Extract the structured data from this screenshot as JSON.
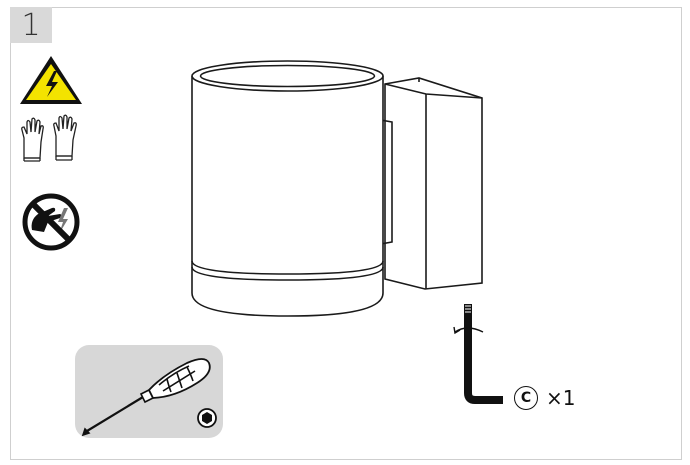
{
  "step": {
    "number": "1"
  },
  "safety_icons": [
    {
      "name": "electric-hazard-icon"
    },
    {
      "name": "gloves-icon"
    },
    {
      "name": "no-touch-live-icon"
    }
  ],
  "product": {
    "name": "wall-lamp-illustration"
  },
  "hardware": {
    "letter": "C",
    "quantity": "×1"
  },
  "tool": {
    "name": "screwdriver-icon"
  }
}
